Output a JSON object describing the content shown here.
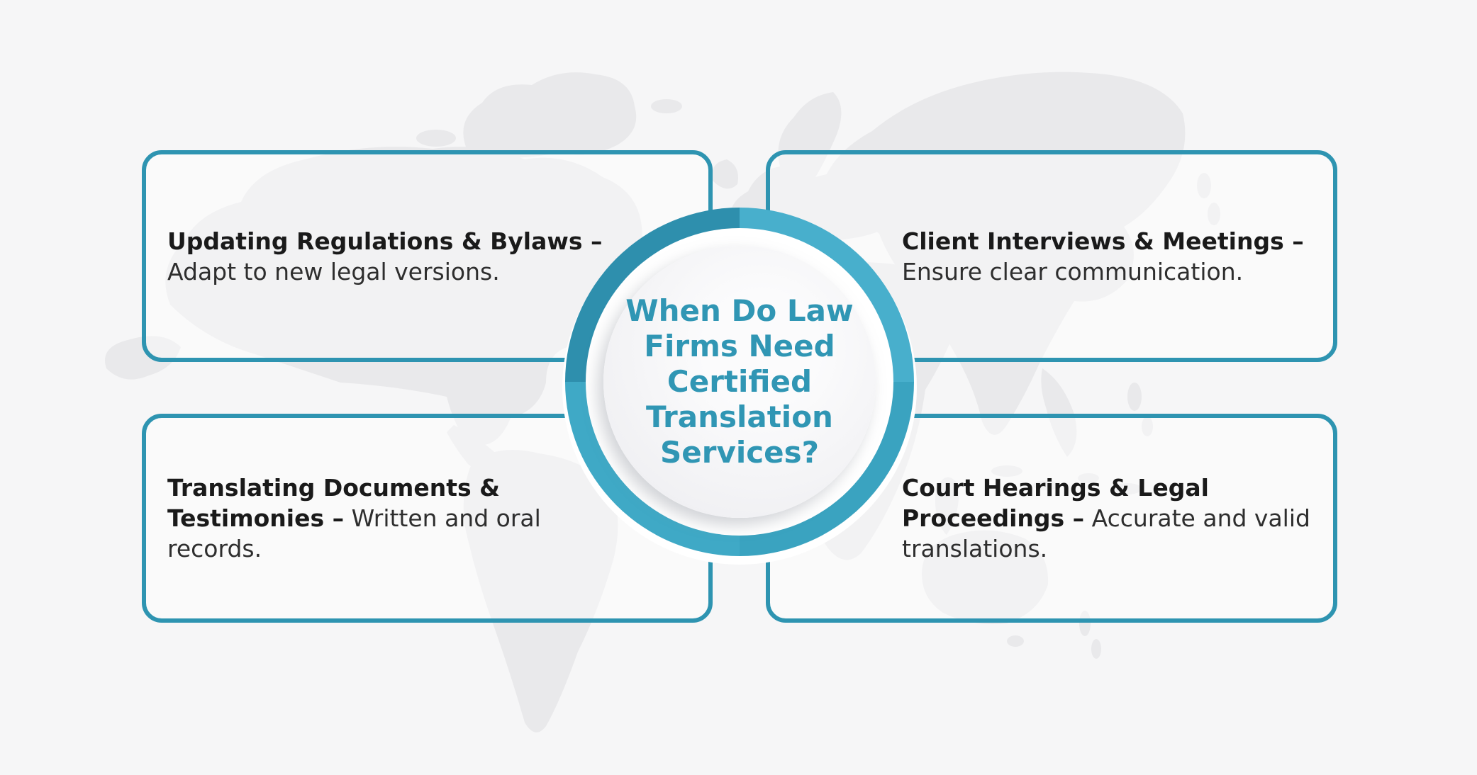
{
  "colors": {
    "background": "#f6f6f7",
    "map_fill": "#e9e9eb",
    "card_border": "#2e94b1",
    "ring_top_right": "#48afcc",
    "ring_bottom_right": "#3aa3c0",
    "ring_bottom_left": "#3fa9c6",
    "ring_top_left": "#2e8fad",
    "title_text": "#3096b4",
    "heading_text": "#1a1a1a",
    "body_text": "#2e2e2e"
  },
  "center": {
    "title_lines": [
      "When Do Law",
      "Firms Need",
      "Certified",
      "Translation",
      "Services?"
    ]
  },
  "boxes": [
    {
      "name": "updating-regulations",
      "position": "top-left",
      "lines": [
        [
          {
            "text": "Updating Regulations & Bylaws –",
            "bold": true
          }
        ],
        [
          {
            "text": "Adapt to new legal versions.",
            "bold": false
          }
        ]
      ]
    },
    {
      "name": "client-interviews",
      "position": "top-right",
      "lines": [
        [
          {
            "text": "Client Interviews & Meetings –",
            "bold": true
          }
        ],
        [
          {
            "text": "Ensure clear communication.",
            "bold": false
          }
        ]
      ]
    },
    {
      "name": "translating-documents",
      "position": "bottom-left",
      "lines": [
        [
          {
            "text": "Translating Documents &",
            "bold": true
          }
        ],
        [
          {
            "text": "Testimonies –",
            "bold": true
          },
          {
            "text": " Written and oral",
            "bold": false
          }
        ],
        [
          {
            "text": "records.",
            "bold": false
          }
        ]
      ]
    },
    {
      "name": "court-hearings",
      "position": "bottom-right",
      "lines": [
        [
          {
            "text": "Court Hearings & Legal",
            "bold": true
          }
        ],
        [
          {
            "text": "Proceedings –",
            "bold": true
          },
          {
            "text": " Accurate and valid",
            "bold": false
          }
        ],
        [
          {
            "text": "translations.",
            "bold": false
          }
        ]
      ]
    }
  ]
}
